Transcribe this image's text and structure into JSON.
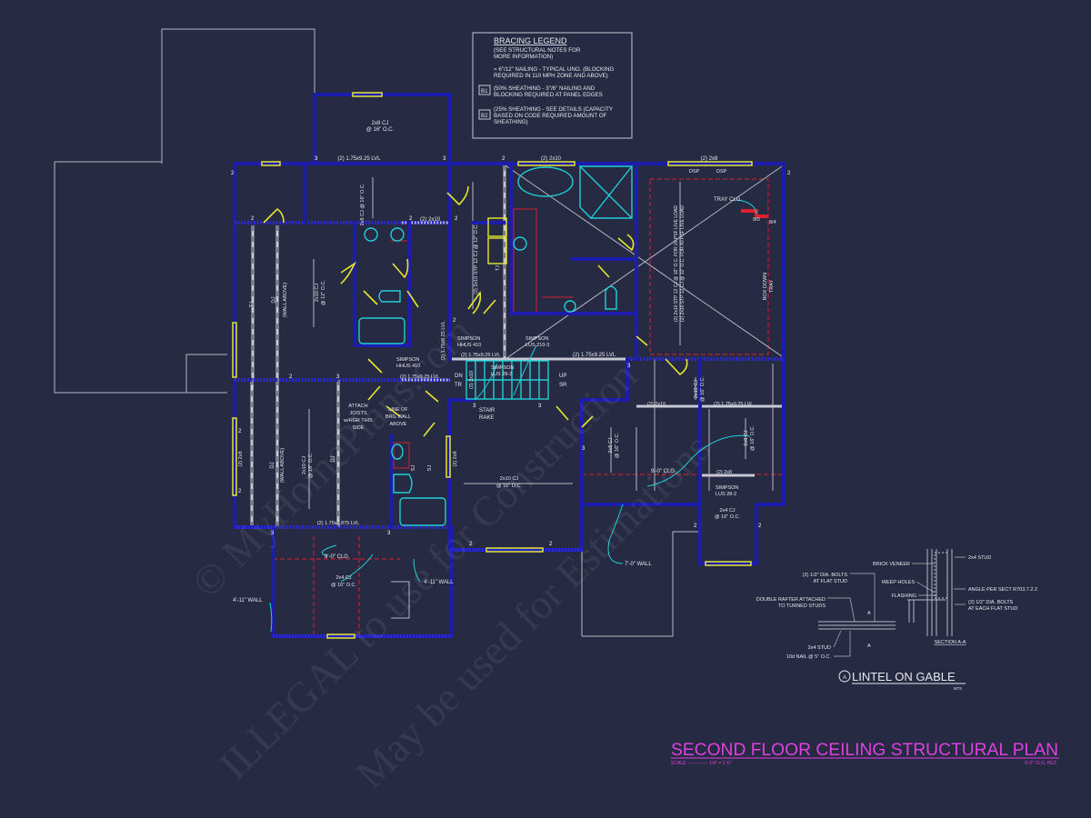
{
  "legend": {
    "title": "BRACING LEGEND",
    "note_1": "(SEE STRUCTURAL NOTES FOR",
    "note_2": "MORE INFORMATION)",
    "item_1a": "= 6\"/12\" NAILING - TYPICAL UNO. (BLOCKING",
    "item_1b": "REQUIRED IN 110 MPH ZONE AND ABOVE)",
    "b1_tag": "B1",
    "item_2a": "(50% SHEATHING - 3\"/6\" NAILING AND",
    "item_2b": "BLOCKING REQUIRED AT PANEL EDGES",
    "b2_tag": "B2",
    "item_3a": "(25% SHEATHING - SEE DETAILS (CAPACITY",
    "item_3b": "BASED ON CODE REQUIRED AMOUNT OF",
    "item_3c": "SHEATHING)"
  },
  "marks": {
    "two": "2",
    "three": "3"
  },
  "plan": {
    "top_lvl": "(2) 1.75x9.25 LVL",
    "top_cj_1": "2x8 CJ",
    "top_cj_2": "@ 16\" O.C.",
    "closet_cj": "2x8 CJ @ 16\" O.C.",
    "hdr_2x10_a": "(2) 2x10",
    "stp_cj_12": "(2) 2x10 STP 12 CJ @ 12\" O.C.",
    "tj": "TJ",
    "hdr_2x10_b": "(2) 2x10",
    "hdr_2x8_top": "(2) 2x8",
    "dsp": "DSP",
    "master_cj_1": "(2) 2x10 STP 12 CJ @ 16\" O.C. FOR 20 PSF LIVE LOAD",
    "master_cj_2": "(2) 2x10 STP 12 CJ @ 12\" O.C. FOR 40 PSF LIVE LOAD",
    "tray_clg": "TRAY CLG.",
    "tray_h1": "9/0",
    "tray_h2": "8/4",
    "box_down_1": "BOX DOWN",
    "box_down_2": "TRAY",
    "dj": "DJ",
    "wall_above": "(WALL ABOVE)",
    "cj_2x10": "2x10 CJ",
    "at_12": "@ 12\" O.C.",
    "at_16": "@ 16\" O.C.",
    "simpson": "SIMPSON",
    "hhus410": "HHUS 410",
    "lus210_3": "LUS 210-3",
    "lus28_2": "LUS 28-2",
    "lvl_925": "(2) 1.75x9.25 LVL",
    "lvl_9875": "(2) 1.75x9.875 LVL",
    "dn": "DN",
    "tr": "TR",
    "up": "UP",
    "sr": "SR",
    "stair_1": "STAIR",
    "stair_2": "RAKE",
    "attach_1": "ATTACH",
    "attach_2": "JOISTS",
    "attach_3": "w/HGR THIS",
    "attach_4": "SIDE",
    "line_1": "LINE OF",
    "line_2": "BRG WALL",
    "line_3": "ABOVE",
    "cj_2x8": "2x8 CJ",
    "cj_2x4": "2x4 CJ",
    "hdr_2x10_c": "(2) 2x10",
    "hdr_2x8": "(2) 2x8",
    "sj": "SJ",
    "clg_9": "9'-0\" CLG.",
    "wall_7": "7'-0\" WALL",
    "wall_4_11": "4'-11\" WALL"
  },
  "detail": {
    "brick_veneer": "BRICK VENEER",
    "stud_2x4": "2x4 STUD",
    "weep_holes": "WEEP HOLES",
    "angle": "ANGLE PER SECT R703.7.2.2",
    "flashing": "FLASHING",
    "bolts_each_1": "(2) 1/2\" DIA. BOLTS",
    "bolts_each_2": "AT EACH FLAT STUD",
    "section": "SECTION A-A",
    "bolts_flat_1": "(2) 1/2\" DIA. BOLTS",
    "bolts_flat_2": "AT FLAT STUD",
    "rafter_1": "DOUBLE RAFTER ATTACHED",
    "rafter_2": "TO TURNED STUDS",
    "nail": "10d NAIL @ 5\" O.C.",
    "section_tag": "A",
    "title": "LINTEL ON GABLE",
    "nts": "NTS"
  },
  "title_block": {
    "title": "SECOND FLOOR CEILING STRUCTURAL PLAN",
    "scale": "SCALE: ------------- 1/4\" = 1'-0\"",
    "ceiling_height": "9'-0\" CLG. HGT.",
    "color": "#e040e0"
  },
  "watermark": {
    "line_1": "© MyHomePlans.com",
    "line_2": "ILLEGAL to use for Construction",
    "line_3": "May be used for Estimations"
  }
}
